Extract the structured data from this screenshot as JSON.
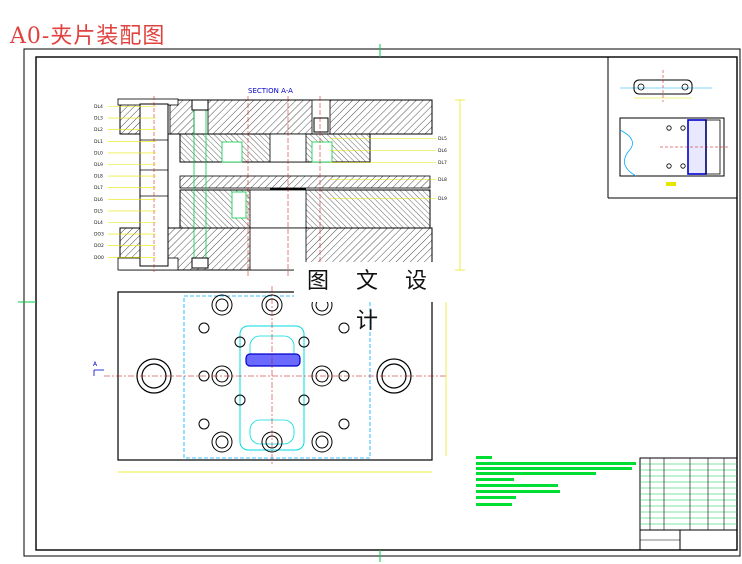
{
  "title": "A0-夹片装配图",
  "section_label": "SECTION A-A",
  "watermark": "图 文 设 计",
  "view_marker": "A",
  "left_callouts": [
    "DL4",
    "DL3",
    "DL2",
    "DL1",
    "DL0",
    "DL9",
    "DL8",
    "DL7",
    "DL6",
    "DL5",
    "DL4",
    "DO3",
    "DO2",
    "DO0"
  ],
  "right_callouts": [
    "DL5",
    "DL6",
    "DL7",
    "DL8",
    "DL9"
  ],
  "colors": {
    "title": "#e0433f",
    "outline": "#000000",
    "dimension": "#e6e600",
    "centerline": "#cc0000",
    "construction": "#00aaff",
    "part": "#0000cc",
    "bom": "#00dd33",
    "grid": "#00cc44"
  }
}
